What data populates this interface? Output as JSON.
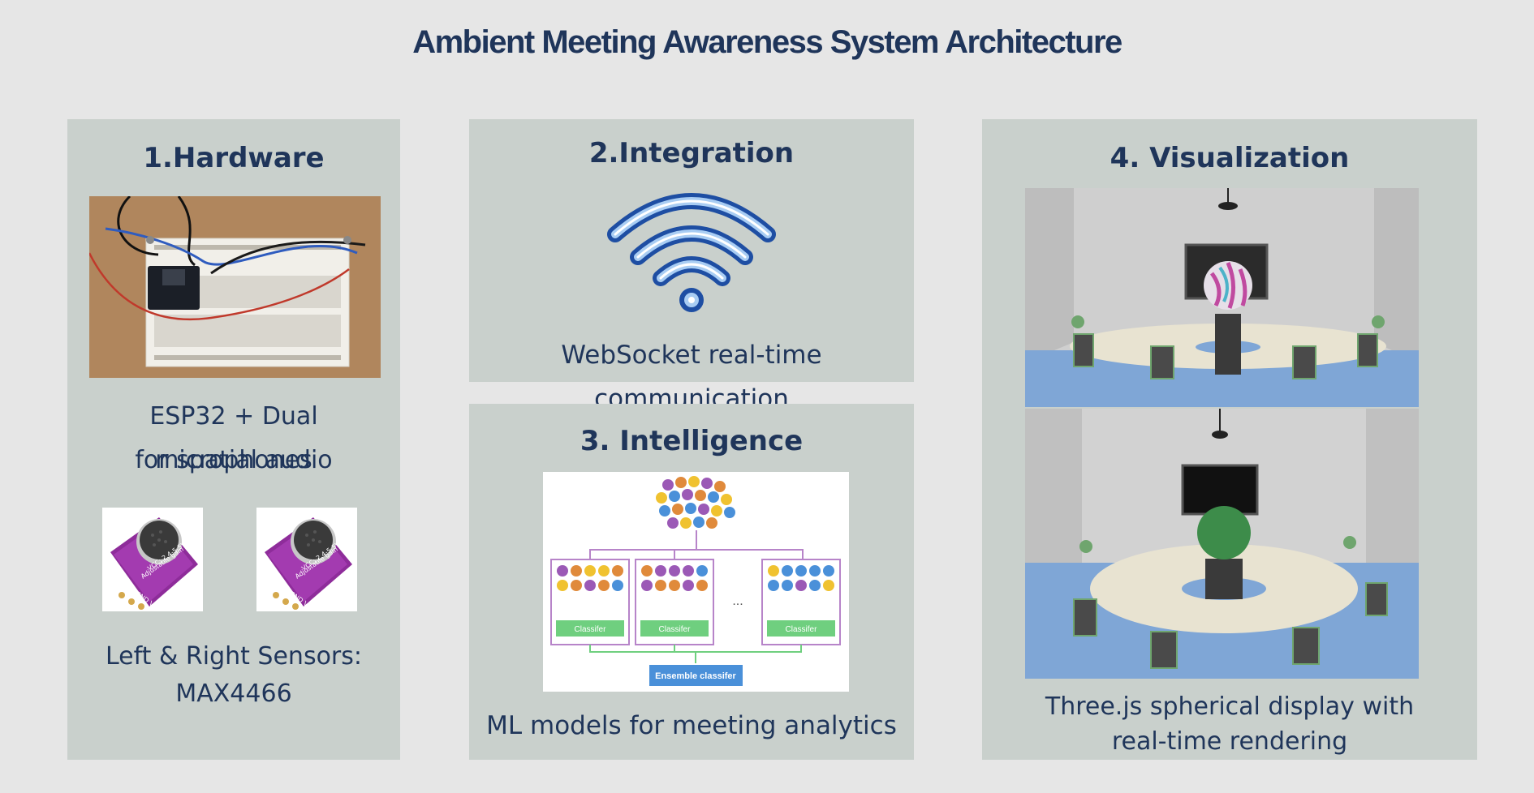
{
  "title": "Ambient Meeting Awareness System Architecture",
  "panels": {
    "hardware": {
      "title": "1.Hardware",
      "desc_lines": [
        "ESP32 + Dual microphones",
        "for spatial audio"
      ],
      "sensor_lines": [
        "Left & Right Sensors:",
        "MAX4466"
      ],
      "mic_label": [
        "VCC: 2.4-5.5V",
        "Adjustable gain",
        "OUT GND VCC"
      ]
    },
    "integration": {
      "title": "2.Integration",
      "desc": "WebSocket real-time communication",
      "icon": "wifi-icon"
    },
    "intelligence": {
      "title": "3. Intelligence",
      "desc": "ML models for meeting analytics",
      "diagram": {
        "classifier_label": "Classifer",
        "ellipsis": "...",
        "ensemble_label": "Ensemble classifer"
      }
    },
    "visualization": {
      "title": "4. Visualization",
      "desc_lines": [
        "Three.js spherical display with",
        "real-time rendering"
      ]
    }
  },
  "colors": {
    "background": "#e6e6e6",
    "panel": "#c9d0cc",
    "text": "#1f355a",
    "wifi_outline": "#1e4ea3",
    "wifi_fill": "#a9cdf3",
    "classifier_green": "#6fcf7f",
    "ensemble_blue": "#4a90d9",
    "orb_green": "#3d8c4a",
    "floor_blue": "#7fa6d6"
  }
}
